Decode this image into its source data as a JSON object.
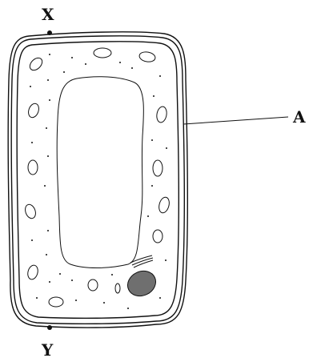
{
  "labels": {
    "x": "X",
    "y": "Y",
    "a": "A"
  },
  "colors": {
    "line": "#111111",
    "nucleus": "#6f6f6f",
    "background": "#ffffff"
  }
}
